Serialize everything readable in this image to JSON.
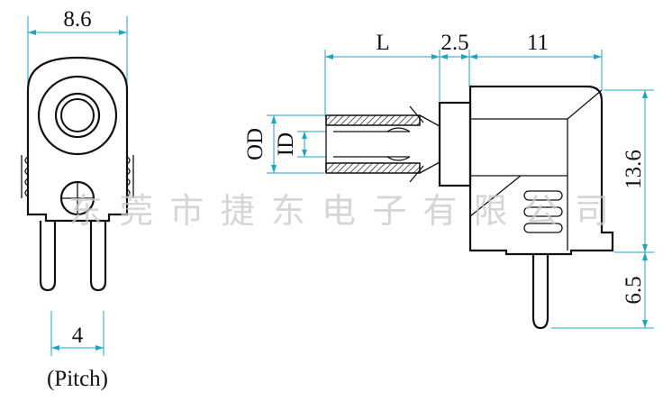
{
  "left_view": {
    "width_label": "8.6",
    "pitch_value": "4",
    "pitch_caption": "(Pitch)"
  },
  "right_view": {
    "length_label": "L",
    "gap_label": "2.5",
    "body_width_label": "11",
    "od_label": "OD",
    "id_label": "ID",
    "height_label": "13.6",
    "pin_length_label": "6.5"
  },
  "watermark": "东莞市捷东电子有限公司",
  "colors": {
    "dimension_line": "#1aa6c7",
    "ink": "#111111",
    "hatch": "#333333"
  }
}
